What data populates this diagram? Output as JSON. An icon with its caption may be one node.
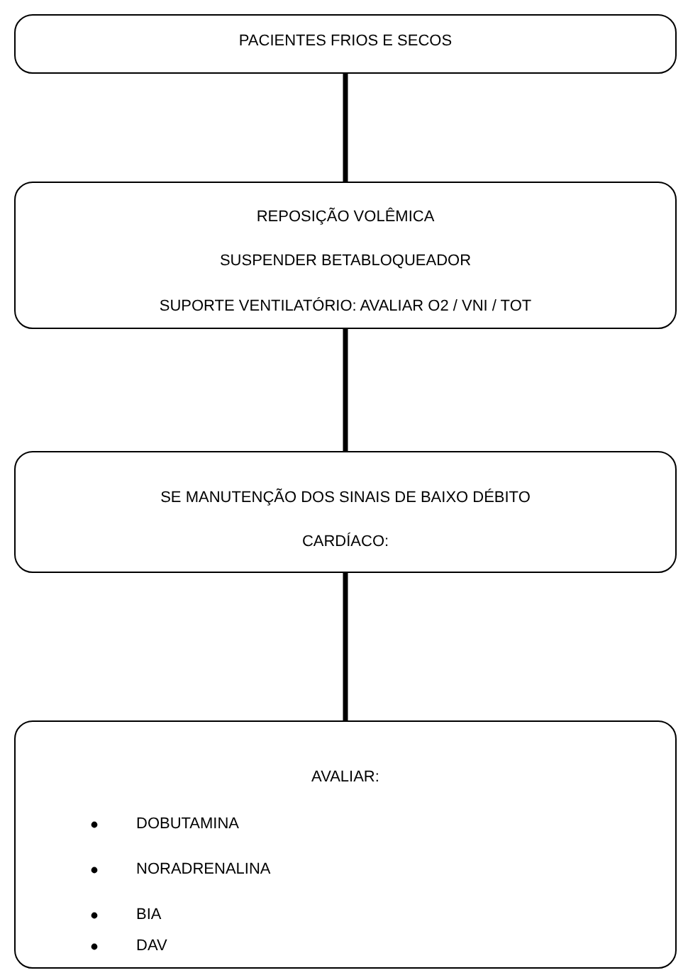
{
  "diagram": {
    "nodes": [
      {
        "text": [
          "PACIENTES FRIOS E SECOS"
        ]
      },
      {
        "text": [
          "REPOSIÇÃO VOLÊMICA",
          "SUSPENDER BETABLOQUEADOR",
          "SUPORTE VENTILATÓRIO: AVALIAR O2 / VNI / TOT"
        ]
      },
      {
        "text": [
          "SE MANUTENÇÃO DOS SINAIS DE BAIXO DÉBITO CARDÍACO:"
        ]
      },
      {
        "text": [
          "AVALIAR:",
          "DOBUTAMINA",
          "NORADRENALINA",
          "BIA",
          "DAV"
        ]
      }
    ],
    "edges": [
      {
        "from": 0,
        "to": 1,
        "arrow": "none"
      },
      {
        "from": 1,
        "to": 2,
        "arrow": "none"
      },
      {
        "from": 2,
        "to": 3,
        "arrow": "none"
      }
    ]
  }
}
